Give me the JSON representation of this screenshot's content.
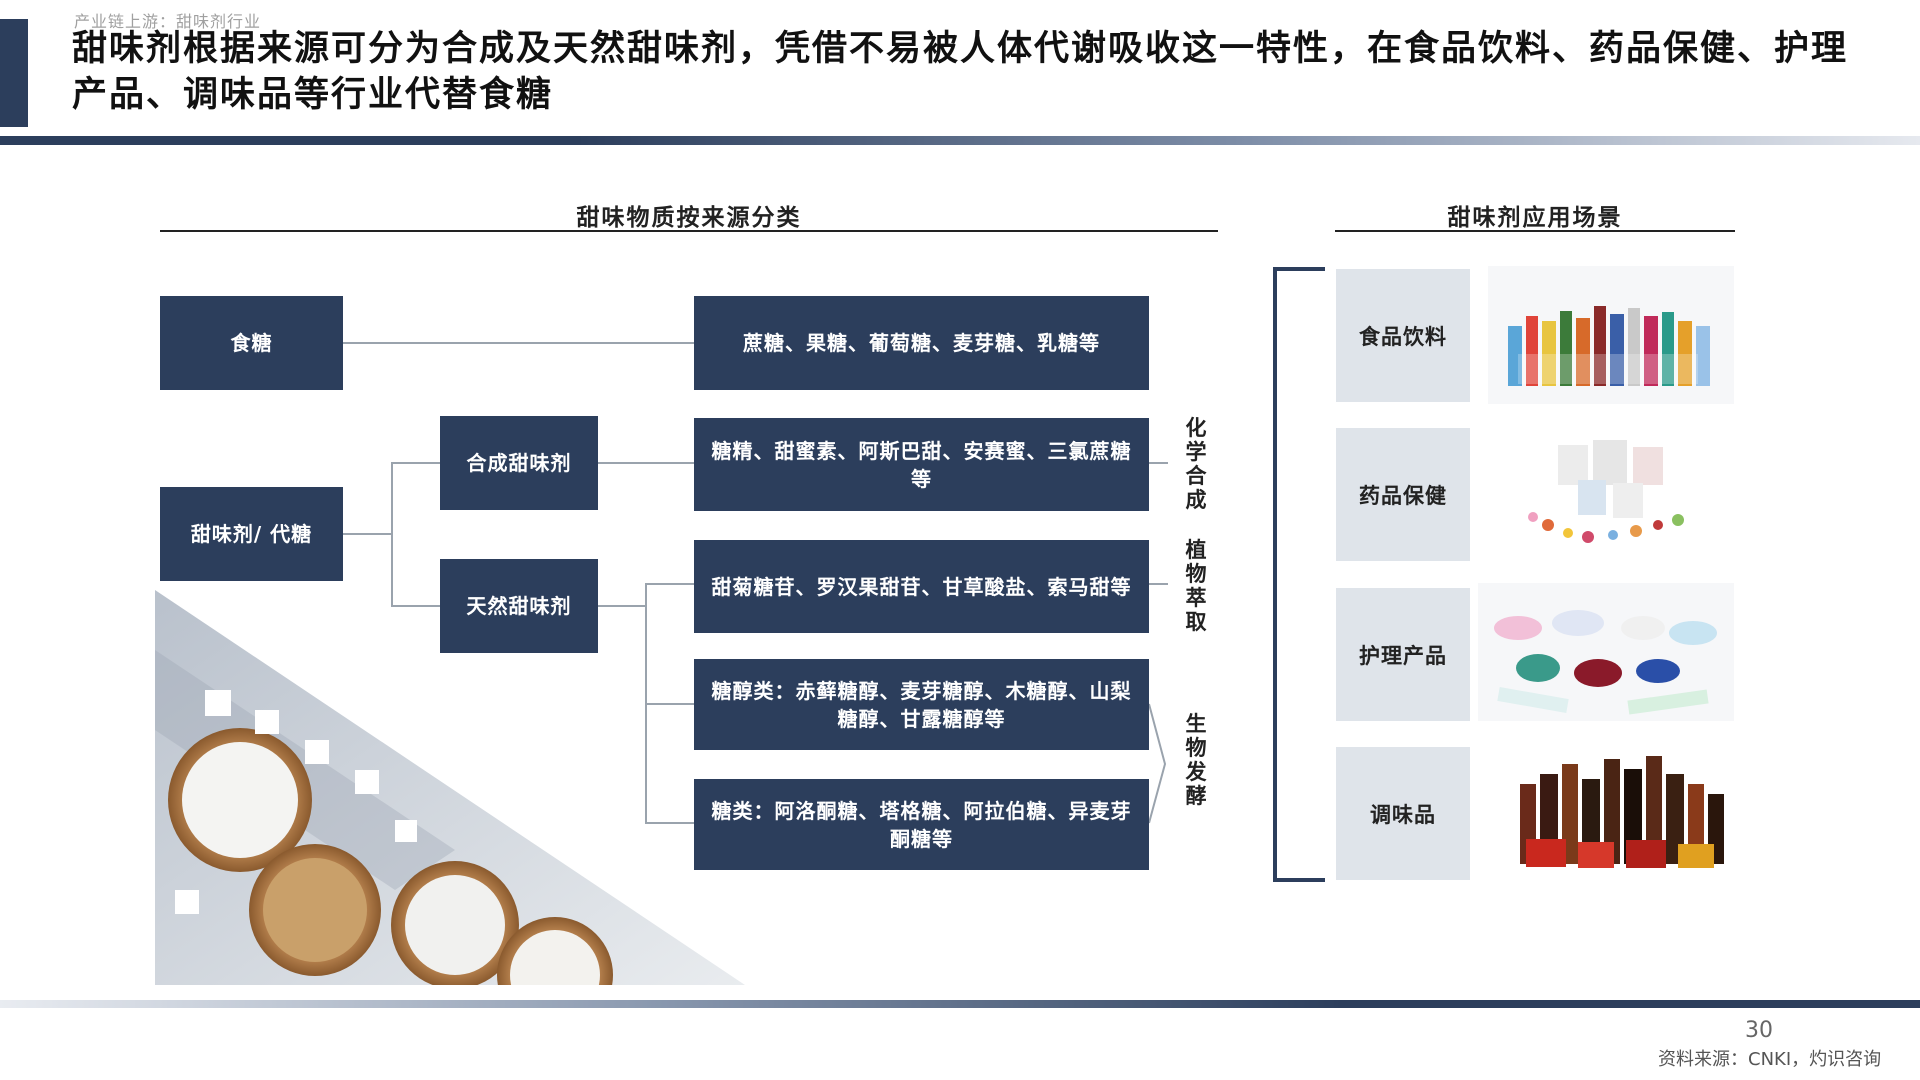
{
  "breadcrumb": "产业链上游：甜味剂行业",
  "title": "甜味剂根据来源可分为合成及天然甜味剂，凭借不易被人体代谢吸收这一特性，在食品饮料、药品保健、护理产品、调味品等行业代替食糖",
  "left_section": {
    "title": "甜味物质按来源分类",
    "nodes": {
      "sugar": "食糖",
      "sweetener": "甜味剂/ 代糖",
      "synthetic": "合成甜味剂",
      "natural": "天然甜味剂"
    },
    "examples": {
      "sugar_types": "蔗糖、果糖、葡萄糖、麦芽糖、乳糖等",
      "synthetic_types": "糖精、甜蜜素、阿斯巴甜、安赛蜜、三氯蔗糖等",
      "plant_types": "甜菊糖苷、罗汉果甜苷、甘草酸盐、索马甜等",
      "sugar_alcohols": "糖醇类：赤藓糖醇、麦芽糖醇、木糖醇、山梨糖醇、甘露糖醇等",
      "rare_sugars": "糖类：阿洛酮糖、塔格糖、阿拉伯糖、异麦芽酮糖等"
    },
    "methods": {
      "chemical": "化学合成",
      "plant": "植物萃取",
      "bio": "生物发酵"
    }
  },
  "right_section": {
    "title": "甜味剂应用场景",
    "categories": [
      {
        "label": "食品饮料",
        "icon": "beverage-bottles-photo"
      },
      {
        "label": "药品保健",
        "icon": "pill-bottles-photo"
      },
      {
        "label": "护理产品",
        "icon": "cosmetics-photo"
      },
      {
        "label": "调味品",
        "icon": "condiment-bottles-photo"
      }
    ]
  },
  "footer": {
    "page_number": "30",
    "source": "资料来源：CNKI，灼识咨询"
  },
  "colors": {
    "accent": "#2c3e5c",
    "box_fill": "#2c3e5c",
    "category_fill": "#dfe4ea",
    "connector": "#9aa3ad"
  }
}
